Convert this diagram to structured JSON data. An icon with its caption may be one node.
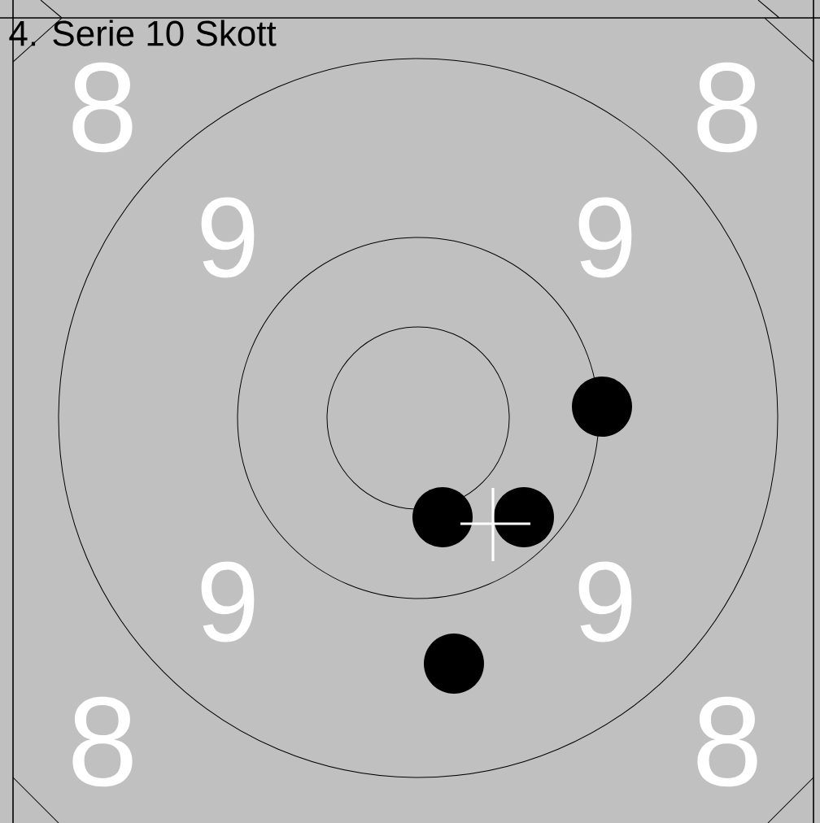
{
  "diagram": {
    "title": "4. Serie 10 Skott",
    "labels": [
      "8",
      "8",
      "9",
      "9",
      "9",
      "9",
      "8",
      "8"
    ]
  }
}
